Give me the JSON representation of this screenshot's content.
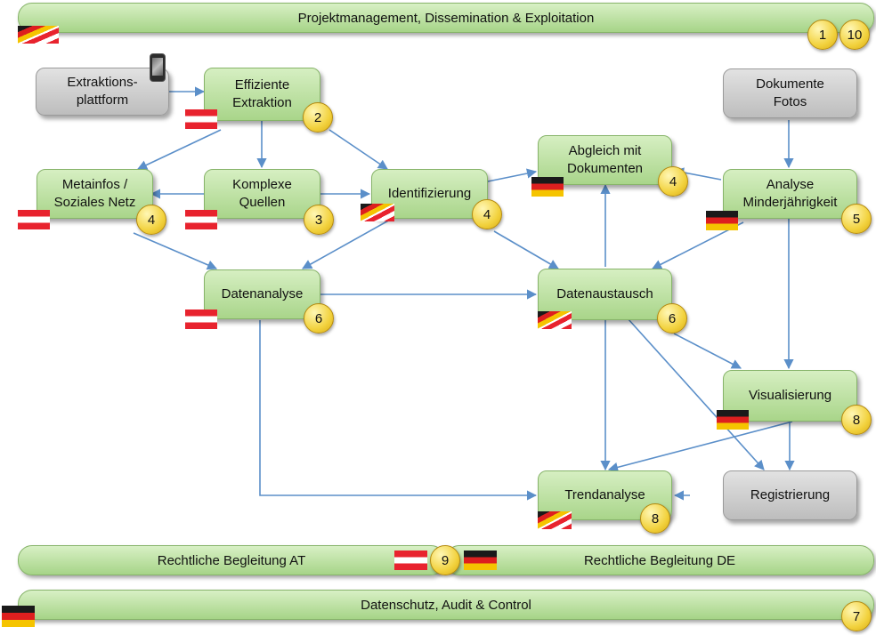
{
  "bars": {
    "top": {
      "label": "Projektmanagement, Dissemination & Exploitation",
      "badges": [
        "1",
        "10"
      ]
    },
    "legal_at": {
      "label": "Rechtliche Begleitung AT",
      "badge": "9"
    },
    "legal_de": {
      "label": "Rechtliche Begleitung DE"
    },
    "privacy": {
      "label": "Datenschutz, Audit & Control",
      "badge": "7"
    }
  },
  "nodes": {
    "extraktionsplattform": {
      "line1": "Extraktions-",
      "line2": "plattform"
    },
    "effiziente_extraktion": {
      "line1": "Effiziente",
      "line2": "Extraktion",
      "badge": "2"
    },
    "metainfos": {
      "line1": "Metainfos /",
      "line2": "Soziales Netz",
      "badge": "4"
    },
    "komplexe_quellen": {
      "line1": "Komplexe",
      "line2": "Quellen",
      "badge": "3"
    },
    "identifizierung": {
      "line1": "Identifizierung",
      "badge": "4"
    },
    "abgleich": {
      "line1": "Abgleich mit",
      "line2": "Dokumenten",
      "badge": "4"
    },
    "dokumente_fotos": {
      "line1": "Dokumente",
      "line2": "Fotos"
    },
    "analyse_minderjaehrigkeit": {
      "line1": "Analyse",
      "line2": "Minderjährigkeit",
      "badge": "5"
    },
    "datenanalyse": {
      "line1": "Datenanalyse",
      "badge": "6"
    },
    "datenaustausch": {
      "line1": "Datenaustausch",
      "badge": "6"
    },
    "visualisierung": {
      "line1": "Visualisierung",
      "badge": "8"
    },
    "trendanalyse": {
      "line1": "Trendanalyse",
      "badge": "8"
    },
    "registrierung": {
      "line1": "Registrierung"
    }
  },
  "colors": {
    "arrow": "#5b8fc9",
    "flag_red": "#e8232e",
    "flag_black": "#1a1a1a",
    "flag_gold": "#f5c400"
  }
}
